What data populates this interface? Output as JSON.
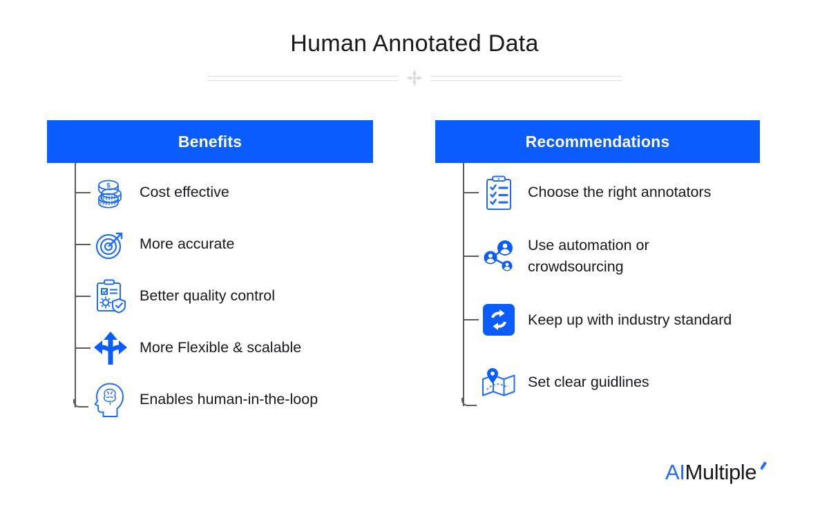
{
  "title": "Human Annotated Data",
  "divider": {
    "ornament_icon": "four-petal-diamond-ornament"
  },
  "colors": {
    "brand_blue": "#0B5CFF",
    "icon_blue": "#1E6BFF",
    "connector_gray": "#5a5a5a",
    "text": "#16181c",
    "divider_gray": "#e2e2e2"
  },
  "columns": [
    {
      "id": "benefits",
      "header": "Benefits",
      "items": [
        {
          "label": "Cost effective",
          "icon": "coins-stack-dollar-icon"
        },
        {
          "label": "More accurate",
          "icon": "target-arrow-icon"
        },
        {
          "label": "Better quality control",
          "icon": "clipboard-gear-shield-check-icon"
        },
        {
          "label": "More Flexible & scalable",
          "icon": "three-way-arrow-icon"
        },
        {
          "label": "Enables human-in-the-loop",
          "icon": "head-brain-icon"
        }
      ]
    },
    {
      "id": "recommendations",
      "header": "Recommendations",
      "items": [
        {
          "label": "Choose the right annotators",
          "icon": "clipboard-checklist-icon"
        },
        {
          "label": "Use automation or\ncrowdsourcing",
          "icon": "people-network-icon"
        },
        {
          "label": "Keep up with industry standard",
          "icon": "refresh-loop-icon"
        },
        {
          "label": "Set clear guidlines",
          "icon": "map-location-pin-icon"
        }
      ]
    }
  ],
  "logo": {
    "prefix": "AI",
    "suffix": "Multiple",
    "mark_icon": "slanted-parallelogram-accent-icon"
  }
}
